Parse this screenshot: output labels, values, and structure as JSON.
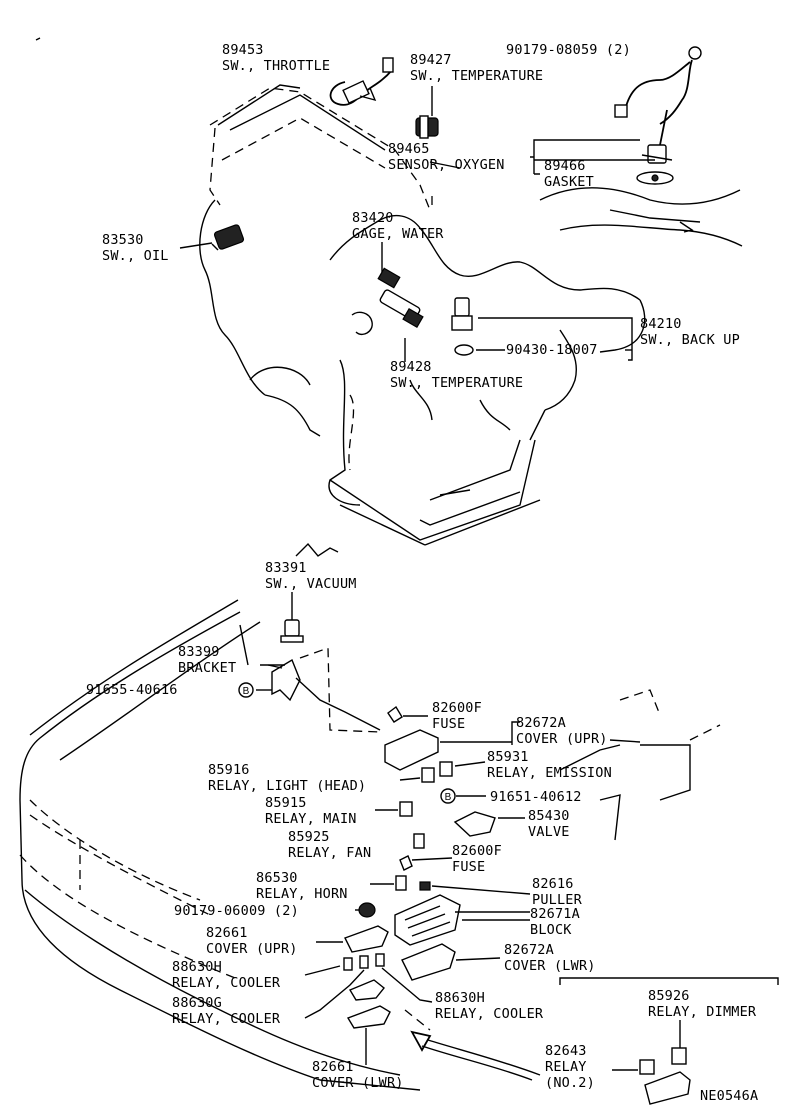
{
  "parts": {
    "p89453": {
      "num": "89453",
      "name": "SW., THROTTLE"
    },
    "p89427": {
      "num": "89427",
      "name": "SW., TEMPERATURE"
    },
    "p90179a": {
      "num": "90179-08059 (2)"
    },
    "p89465": {
      "num": "89465",
      "name": "SENSOR, OXYGEN"
    },
    "p89466": {
      "num": "89466",
      "name": "GASKET"
    },
    "p83420": {
      "num": "83420",
      "name": "GAGE, WATER"
    },
    "p83530": {
      "num": "83530",
      "name": "SW., OIL"
    },
    "p84210": {
      "num": "84210",
      "name": "SW., BACK UP"
    },
    "p90430": {
      "num": "90430-18007"
    },
    "p89428": {
      "num": "89428",
      "name": "SW., TEMPERATURE"
    },
    "p83391": {
      "num": "83391",
      "name": "SW., VACUUM"
    },
    "p83399": {
      "num": "83399",
      "name": "BRACKET"
    },
    "p91655": {
      "num": "91655-40616",
      "marker": "B"
    },
    "p82600f1": {
      "num": "82600F",
      "name": "FUSE"
    },
    "p82672a1": {
      "num": "82672A",
      "name": "COVER (UPR)"
    },
    "p85916": {
      "num": "85916",
      "name": "RELAY, LIGHT (HEAD)"
    },
    "p85931": {
      "num": "85931",
      "name": "RELAY, EMISSION"
    },
    "p91651": {
      "num": "91651-40612",
      "marker": "B"
    },
    "p85915": {
      "num": "85915",
      "name": "RELAY, MAIN"
    },
    "p85430": {
      "num": "85430",
      "name": "VALVE"
    },
    "p85925": {
      "num": "85925",
      "name": "RELAY, FAN"
    },
    "p82600f2": {
      "num": "82600F",
      "name": "FUSE"
    },
    "p86530": {
      "num": "86530",
      "name": "RELAY, HORN"
    },
    "p82616": {
      "num": "82616",
      "name": "PULLER"
    },
    "p90179b": {
      "num": "90179-06009 (2)"
    },
    "p82671a": {
      "num": "82671A",
      "name": "BLOCK"
    },
    "p82661u": {
      "num": "82661",
      "name": "COVER (UPR)"
    },
    "p82672a2": {
      "num": "82672A",
      "name": "COVER (LWR)"
    },
    "p88630h1": {
      "num": "88630H",
      "name": "RELAY, COOLER"
    },
    "p85926": {
      "num": "85926",
      "name": "RELAY, DIMMER"
    },
    "p88630g": {
      "num": "88630G",
      "name": "RELAY, COOLER"
    },
    "p88630h2": {
      "num": "88630H",
      "name": "RELAY, COOLER"
    },
    "p82643": {
      "num": "82643",
      "name": "RELAY",
      "sub": "(NO.2)"
    },
    "p82661l": {
      "num": "82661",
      "name": "COVER (LWR)"
    }
  },
  "drawing_code": "NE0546A"
}
